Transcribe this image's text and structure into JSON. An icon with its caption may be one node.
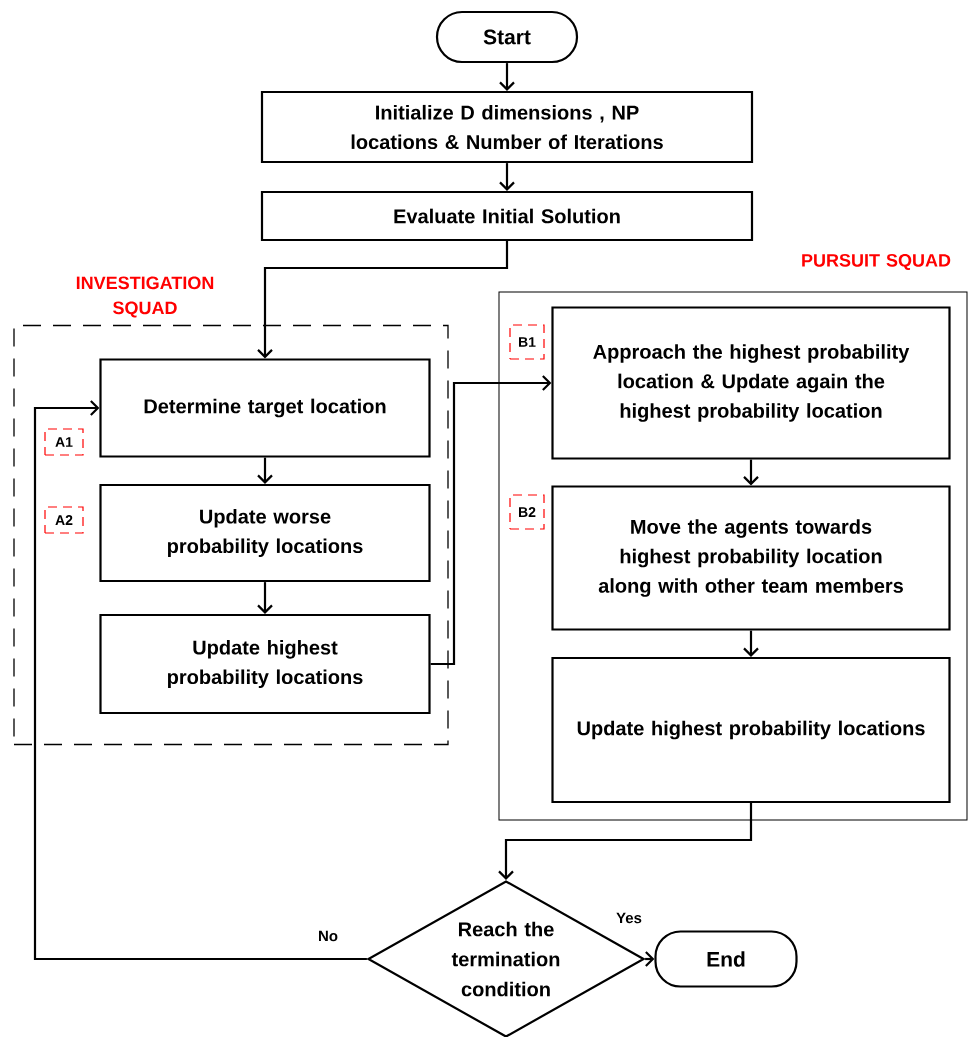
{
  "diagram": {
    "nodes": [
      {
        "text": [
          "Start"
        ]
      },
      {
        "text": [
          "Initialize D dimensions , NP locations & Number of Iterations"
        ]
      },
      {
        "text": [
          "Evaluate Initial Solution"
        ]
      },
      {
        "text": [
          "INVESTIGATION SQUAD"
        ]
      },
      {
        "text": [
          "Determine target location"
        ],
        "in": 3
      },
      {
        "text": [
          "A1"
        ],
        "in": 3
      },
      {
        "text": [
          "A2"
        ],
        "in": 3
      },
      {
        "text": [
          "Update worse probability locations"
        ],
        "in": 3
      },
      {
        "text": [
          "Update highest probability locations"
        ],
        "in": 3
      },
      {
        "text": [
          "PURSUIT SQUAD"
        ]
      },
      {
        "text": [
          "B1"
        ],
        "in": 9
      },
      {
        "text": [
          "Approach the highest probability location & Update again the highest probability location"
        ],
        "in": 9
      },
      {
        "text": [
          "B2"
        ],
        "in": 9
      },
      {
        "text": [
          "Move the agents towards highest probability location along with other team members"
        ],
        "in": 9
      },
      {
        "text": [
          "Update highest probability locations"
        ],
        "in": 9
      },
      {
        "text": [
          "Reach the termination condition"
        ]
      },
      {
        "text": [
          "End"
        ]
      }
    ],
    "edges": [
      {
        "from": 0,
        "to": 1,
        "arrow": "to"
      },
      {
        "from": 1,
        "to": 2,
        "arrow": "to"
      },
      {
        "from": 2,
        "to": 4,
        "arrow": "to"
      },
      {
        "from": 4,
        "to": 7,
        "arrow": "to"
      },
      {
        "from": 7,
        "to": 8,
        "arrow": "to"
      },
      {
        "from": 8,
        "to": 11,
        "arrow": "to"
      },
      {
        "from": 11,
        "to": 13,
        "arrow": "to"
      },
      {
        "from": 13,
        "to": 14,
        "arrow": "to"
      },
      {
        "from": 14,
        "to": 15,
        "arrow": "to"
      },
      {
        "from": 15,
        "to": 4,
        "arrow": "to",
        "label": "No"
      },
      {
        "from": 15,
        "to": 16,
        "arrow": "to",
        "label": "Yes"
      }
    ]
  }
}
